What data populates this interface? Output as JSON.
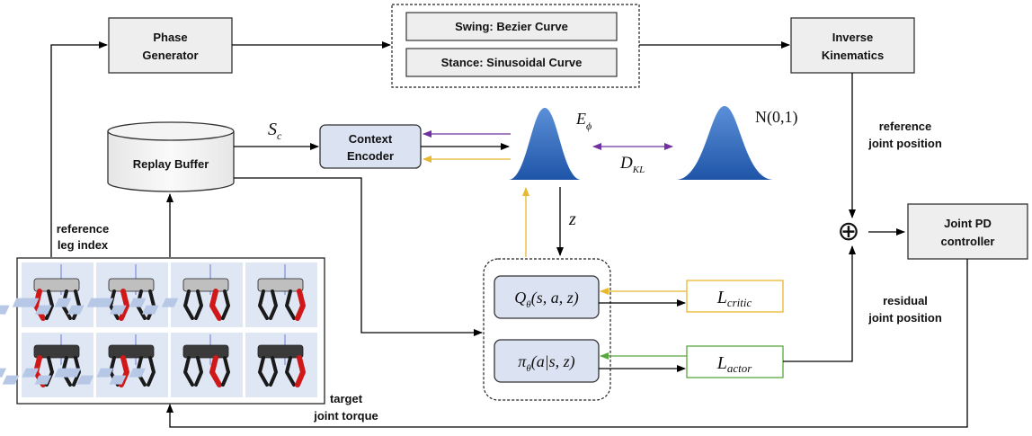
{
  "boxes": {
    "phase_generator": [
      "Phase",
      "Generator"
    ],
    "swing": "Swing: Bezier Curve",
    "stance": "Stance: Sinusoidal Curve",
    "inverse_kinematics": [
      "Inverse",
      "Kinematics"
    ],
    "replay_buffer": "Replay Buffer",
    "context_encoder": [
      "Context",
      "Encoder"
    ],
    "joint_pd": [
      "Joint PD",
      "controller"
    ]
  },
  "math": {
    "s_c": "S",
    "s_c_sub": "c",
    "e_phi": "E",
    "e_phi_sub": "ϕ",
    "n01": "N(0,1)",
    "d_kl": "D",
    "d_kl_sub": "KL",
    "z": "z",
    "q_theta": "Q",
    "q_theta_sub": "θ",
    "q_theta_args": "(s, a, z)",
    "pi_theta": "π",
    "pi_theta_sub": "θ",
    "pi_theta_args": "(a|s, z)",
    "l_critic": "L",
    "l_critic_sub": "critic",
    "l_actor": "L",
    "l_actor_sub": "actor",
    "oplus": "⊕"
  },
  "labels": {
    "reference_joint_position": [
      "reference",
      "joint position"
    ],
    "reference_leg_index": [
      "reference",
      "leg index"
    ],
    "residual_joint_position": [
      "residual",
      "joint position"
    ],
    "target_joint_torque": [
      "target",
      "joint torque"
    ]
  },
  "colors": {
    "box_fill_gray": "#eeeeee",
    "box_fill_blue": "#dbe3f3",
    "gauss_blue": "#3a6fc0",
    "purple_arrow": "#7030a0",
    "yellow_arrow": "#e8b830",
    "green_arrow": "#5aa840"
  }
}
